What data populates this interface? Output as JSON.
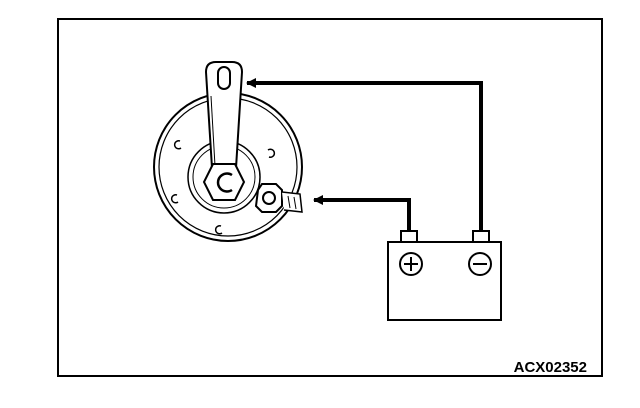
{
  "figure": {
    "code": "ACX02352",
    "components": [
      "horn",
      "battery"
    ],
    "battery_terminals": {
      "positive_symbol": "plus-icon",
      "negative_symbol": "minus-icon"
    },
    "wiring": [
      {
        "from": "battery-negative",
        "to": "horn-bracket"
      },
      {
        "from": "battery-positive",
        "to": "horn-terminal"
      }
    ],
    "colors": {
      "line": "#000000",
      "background": "#ffffff"
    }
  }
}
